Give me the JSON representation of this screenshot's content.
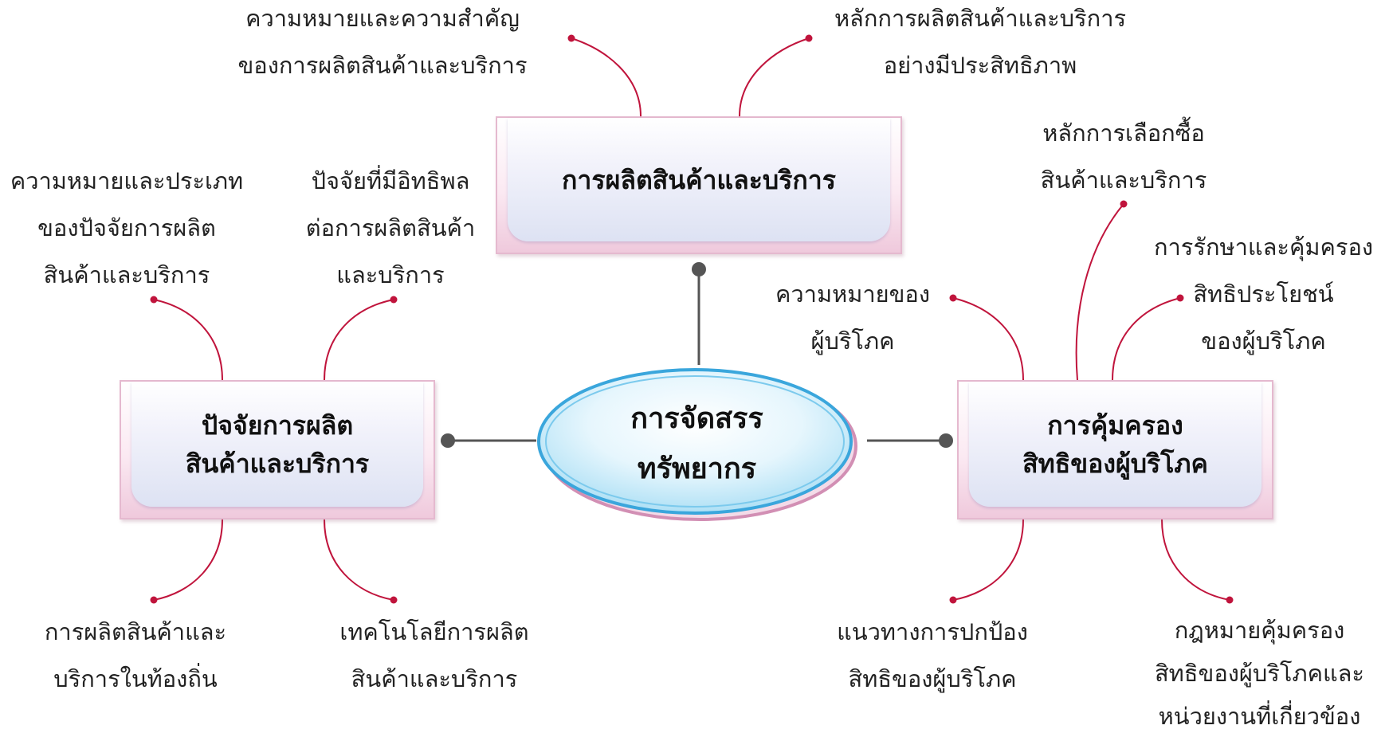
{
  "center": {
    "lines": [
      "การจัดสรร",
      "ทรัพยากร"
    ],
    "colors": {
      "stroke": "#3aa6dc",
      "fill_light": "#ffffff",
      "fill_dark": "#aee0f5",
      "shadow": "#d28fb4"
    }
  },
  "colors": {
    "connector": "#555555",
    "branch": "#c0143c",
    "dot_gray": "#555555",
    "dot_red": "#c0143c",
    "box_border": "#e5b9cf"
  },
  "topics": {
    "production": {
      "title": "การผลิตสินค้าและบริการ"
    },
    "factors": {
      "lines": [
        "ปัจจัยการผลิต",
        "สินค้าและบริการ"
      ]
    },
    "consumer": {
      "lines": [
        "การคุ้มครอง",
        "สิทธิของผู้บริโภค"
      ]
    }
  },
  "subtopics": {
    "production_meaning": [
      "ความหมายและความสำคัญ",
      "ของการผลิตสินค้าและบริการ"
    ],
    "production_principles": [
      "หลักการผลิตสินค้าและบริการ",
      "อย่างมีประสิทธิภาพ"
    ],
    "factors_meaning": [
      "ความหมายและประเภท",
      "ของปัจจัยการผลิต",
      "สินค้าและบริการ"
    ],
    "factors_influence": [
      "ปัจจัยที่มีอิทธิพล",
      "ต่อการผลิตสินค้า",
      "และบริการ"
    ],
    "factors_local": [
      "การผลิตสินค้าและ",
      "บริการในท้องถิ่น"
    ],
    "factors_technology": [
      "เทคโนโลยีการผลิต",
      "สินค้าและบริการ"
    ],
    "consumer_meaning": [
      "ความหมายของ",
      "ผู้บริโภค"
    ],
    "consumer_choosing": [
      "หลักการเลือกซื้อ",
      "สินค้าและบริการ"
    ],
    "consumer_protection_benefits": [
      "การรักษาและคุ้มครอง",
      "สิทธิประโยชน์",
      "ของผู้บริโภค"
    ],
    "consumer_guidelines": [
      "แนวทางการปกป้อง",
      "สิทธิของผู้บริโภค"
    ],
    "consumer_law": [
      "กฎหมายคุ้มครอง",
      "สิทธิของผู้บริโภคและ",
      "หน่วยงานที่เกี่ยวข้อง"
    ]
  }
}
